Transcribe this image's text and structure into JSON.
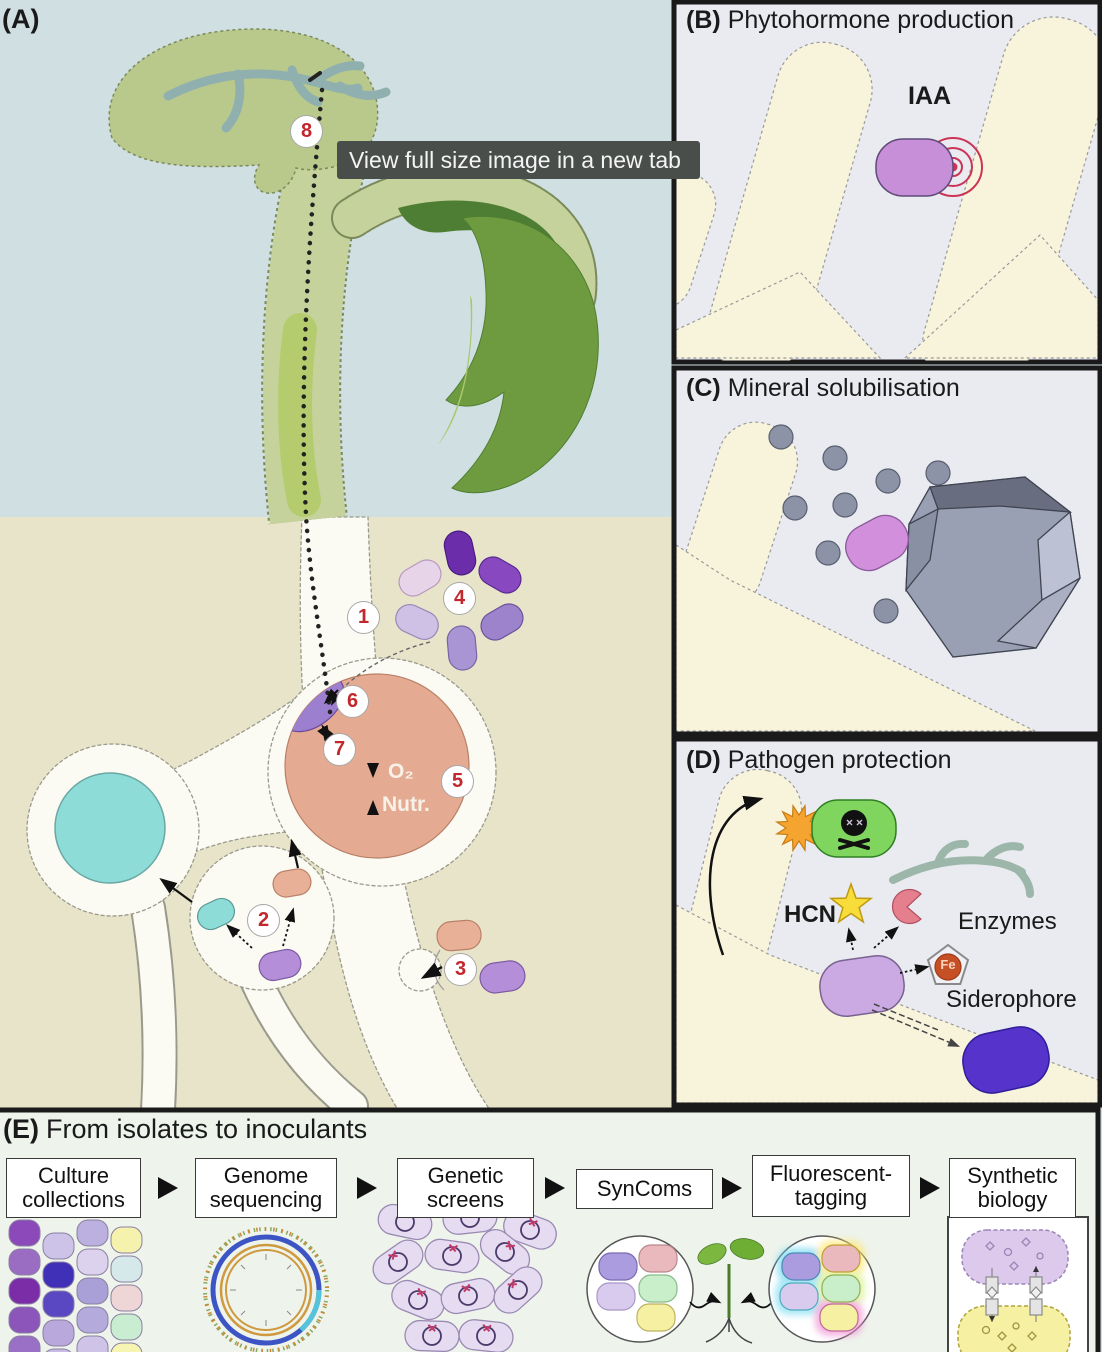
{
  "tooltip": {
    "text": "View full size image in a new tab"
  },
  "panel_a": {
    "tag": "(A)",
    "o2_label": "O₂",
    "nutrient_label": "Nutr.",
    "markers": [
      "1",
      "2",
      "3",
      "4",
      "5",
      "6",
      "7",
      "8"
    ]
  },
  "panel_b": {
    "tag": "(B)",
    "title": "Phytohormone production",
    "iaa_label": "IAA"
  },
  "panel_c": {
    "tag": "(C)",
    "title": "Mineral solubilisation"
  },
  "panel_d": {
    "tag": "(D)",
    "title": "Pathogen protection",
    "hcn_label": "HCN",
    "enzymes_label": "Enzymes",
    "fe_label": "Fe",
    "siderophore_label": "Siderophore"
  },
  "panel_e": {
    "tag": "(E)",
    "title": "From isolates to inoculants",
    "steps": [
      {
        "label": "Culture collections"
      },
      {
        "label": "Genome sequencing"
      },
      {
        "label": "Genetic screens"
      },
      {
        "label": "SynComs"
      },
      {
        "label": "Fluorescent-tagging"
      },
      {
        "label": "Synthetic biology"
      }
    ]
  },
  "colors": {
    "sky": "#cfdfe2",
    "soil": "#e8e4ca",
    "panel_bg": "#e9ebf1",
    "panel_e_bg": "#eef3ec",
    "root_white": "#fbfaf3",
    "root_hair_cream": "#f8f4dc",
    "stem_green": "#c5d29b",
    "leaf_green": "#6f9b40",
    "leaf_dark": "#4e7e33",
    "nodule_salmon": "#e5ab92",
    "cyan": "#8edcd8",
    "bacteria_purple": "#c78fd8",
    "marker_red": "#c1272d",
    "tooltip_bg": "#494e4b",
    "indigo": "#5633cb",
    "hcn_yellow": "#f8dc3a",
    "pathogen_green": "#80d55e",
    "fe_orange": "#c65026"
  }
}
